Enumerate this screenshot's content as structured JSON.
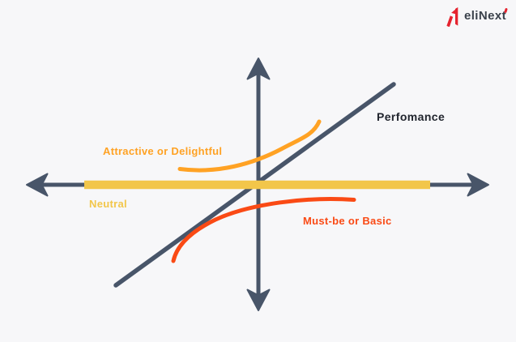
{
  "logo": {
    "text": "eliNext"
  },
  "labels": {
    "attractive": "Attractive or Delightful",
    "neutral": "Neutral",
    "must_be": "Must-be or Basic",
    "performance": "Perfomance"
  },
  "colors": {
    "axis": "#485569",
    "attractive": "#FFA224",
    "neutral": "#F2C64A",
    "must_be": "#FA4A15",
    "performance_label": "#21252E",
    "logo_red": "#E5232F",
    "logo_text": "#3A414B",
    "background": "#F7F7F9"
  },
  "diagram": {
    "type": "kano-model",
    "curves": [
      {
        "name": "Attractive or Delightful",
        "color": "#FFA224",
        "shape": "concave-up curve rising to upper right, above x-axis"
      },
      {
        "name": "Neutral",
        "color": "#F2C64A",
        "shape": "thick horizontal band along x-axis"
      },
      {
        "name": "Must-be or Basic",
        "color": "#FA4A15",
        "shape": "concave-down flattening curve below x-axis"
      },
      {
        "name": "Perfomance",
        "color": "#485569",
        "shape": "straight diagonal line through origin, lower-left to upper-right"
      }
    ]
  }
}
